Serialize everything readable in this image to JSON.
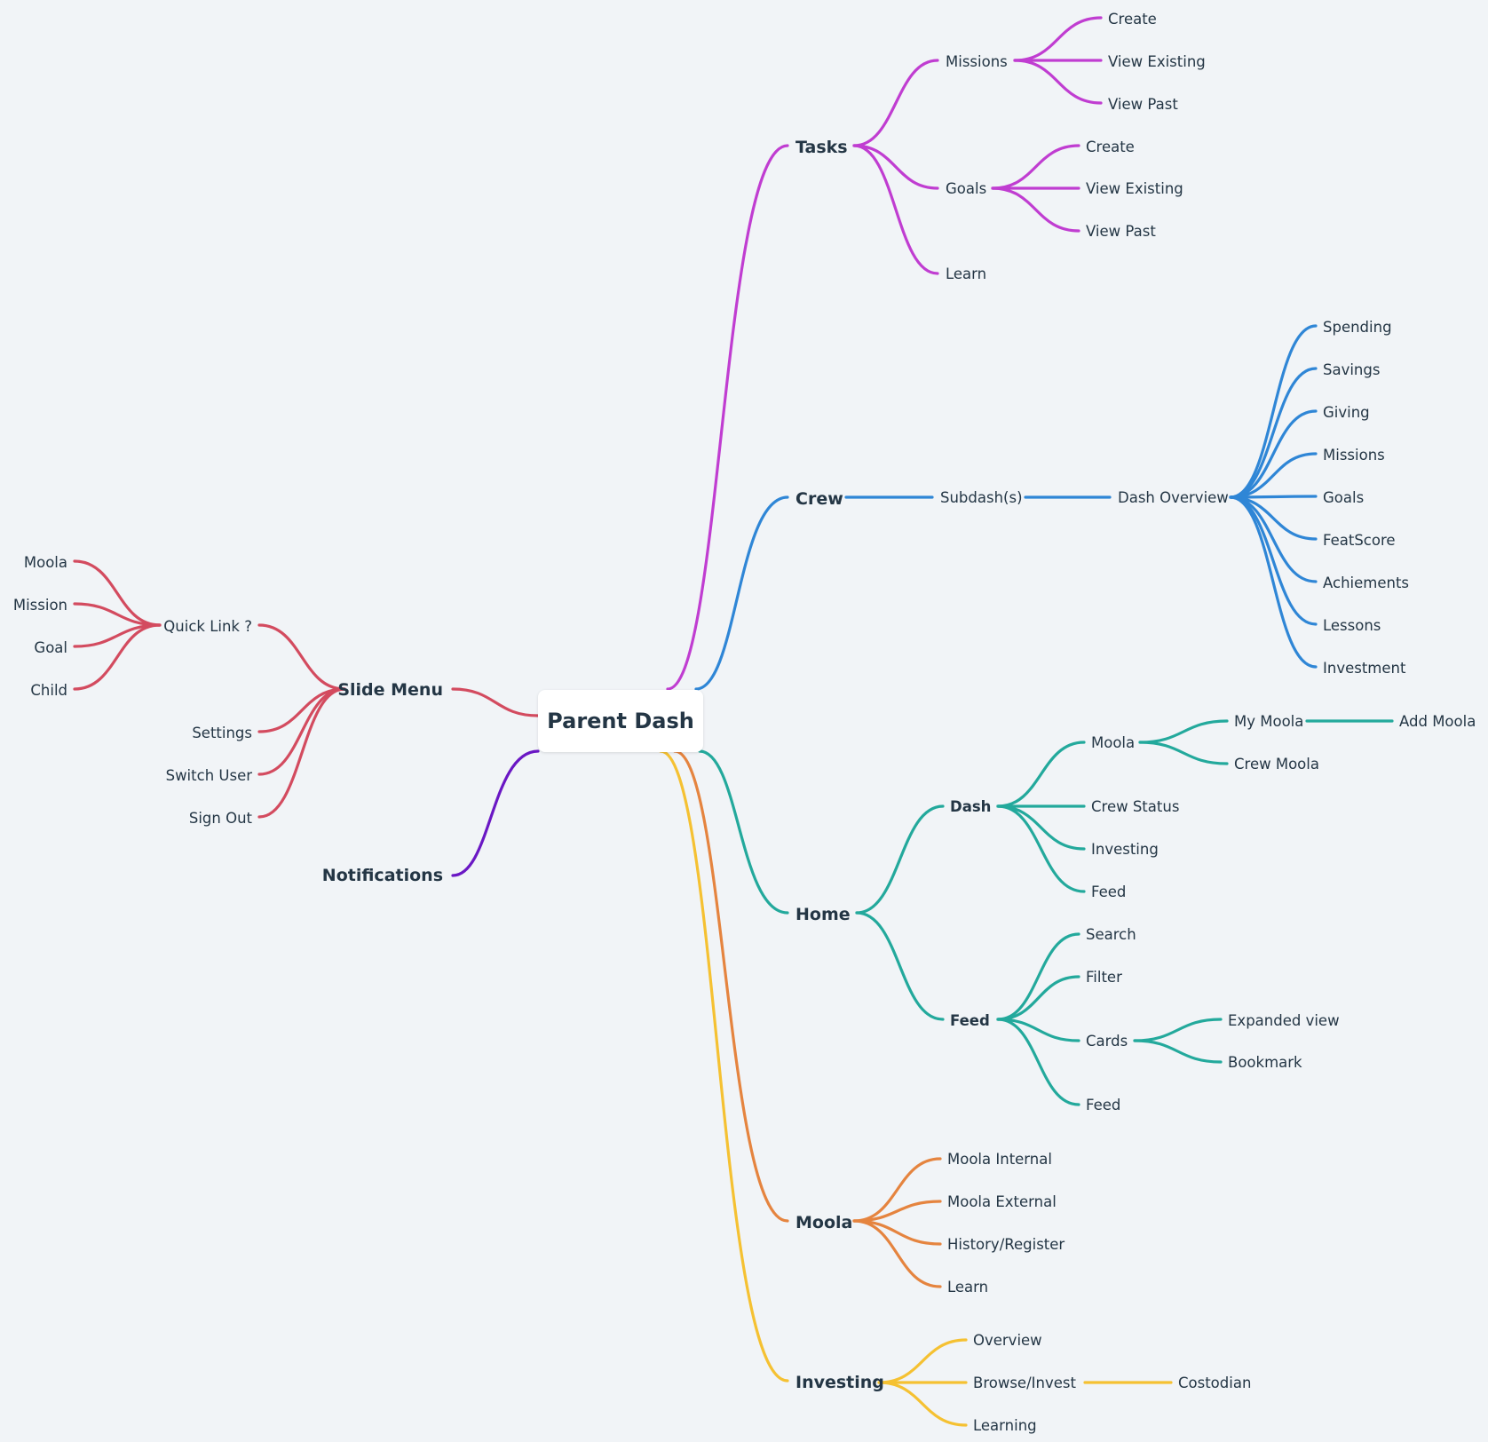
{
  "diagram": {
    "root": {
      "label": "Parent Dash"
    },
    "colors": {
      "tasks": "#c03dd1",
      "crew": "#2f86d6",
      "home": "#23a99c",
      "moola": "#e5843f",
      "investing": "#f5c132",
      "slide_menu": "#d34b5f",
      "notifications": "#6a17c4"
    },
    "nodes": {
      "tasks": "Tasks",
      "missions": "Missions",
      "missions_create": "Create",
      "missions_view_existing": "View Existing",
      "missions_view_past": "View Past",
      "goals": "Goals",
      "goals_create": "Create",
      "goals_view_existing": "View Existing",
      "goals_view_past": "View Past",
      "tasks_learn": "Learn",
      "crew": "Crew",
      "subdash": "Subdash(s)",
      "dash_overview": "Dash Overview",
      "spending": "Spending",
      "savings": "Savings",
      "giving": "Giving",
      "ov_missions": "Missions",
      "ov_goals": "Goals",
      "featscore": "FeatScore",
      "achiements": "Achiements",
      "lessons": "Lessons",
      "investment": "Investment",
      "home": "Home",
      "dash": "Dash",
      "dash_moola": "Moola",
      "my_moola": "My Moola",
      "add_moola": "Add Moola",
      "crew_moola": "Crew Moola",
      "crew_status": "Crew Status",
      "dash_investing": "Investing",
      "dash_feed": "Feed",
      "feed": "Feed",
      "search": "Search",
      "filter": "Filter",
      "cards": "Cards",
      "expanded_view": "Expanded view",
      "bookmark": "Bookmark",
      "feed_feed": "Feed",
      "moola": "Moola",
      "moola_internal": "Moola Internal",
      "moola_external": "Moola External",
      "history_register": "History/Register",
      "moola_learn": "Learn",
      "investing": "Investing",
      "overview": "Overview",
      "browse_invest": "Browse/Invest",
      "costodian": "Costodian",
      "learning": "Learning",
      "slide_menu": "Slide Menu",
      "quick_link": "Quick Link ?",
      "ql_moola": "Moola",
      "ql_mission": "Mission",
      "ql_goal": "Goal",
      "ql_child": "Child",
      "settings": "Settings",
      "switch_user": "Switch User",
      "sign_out": "Sign Out",
      "notifications": "Notifications"
    }
  }
}
